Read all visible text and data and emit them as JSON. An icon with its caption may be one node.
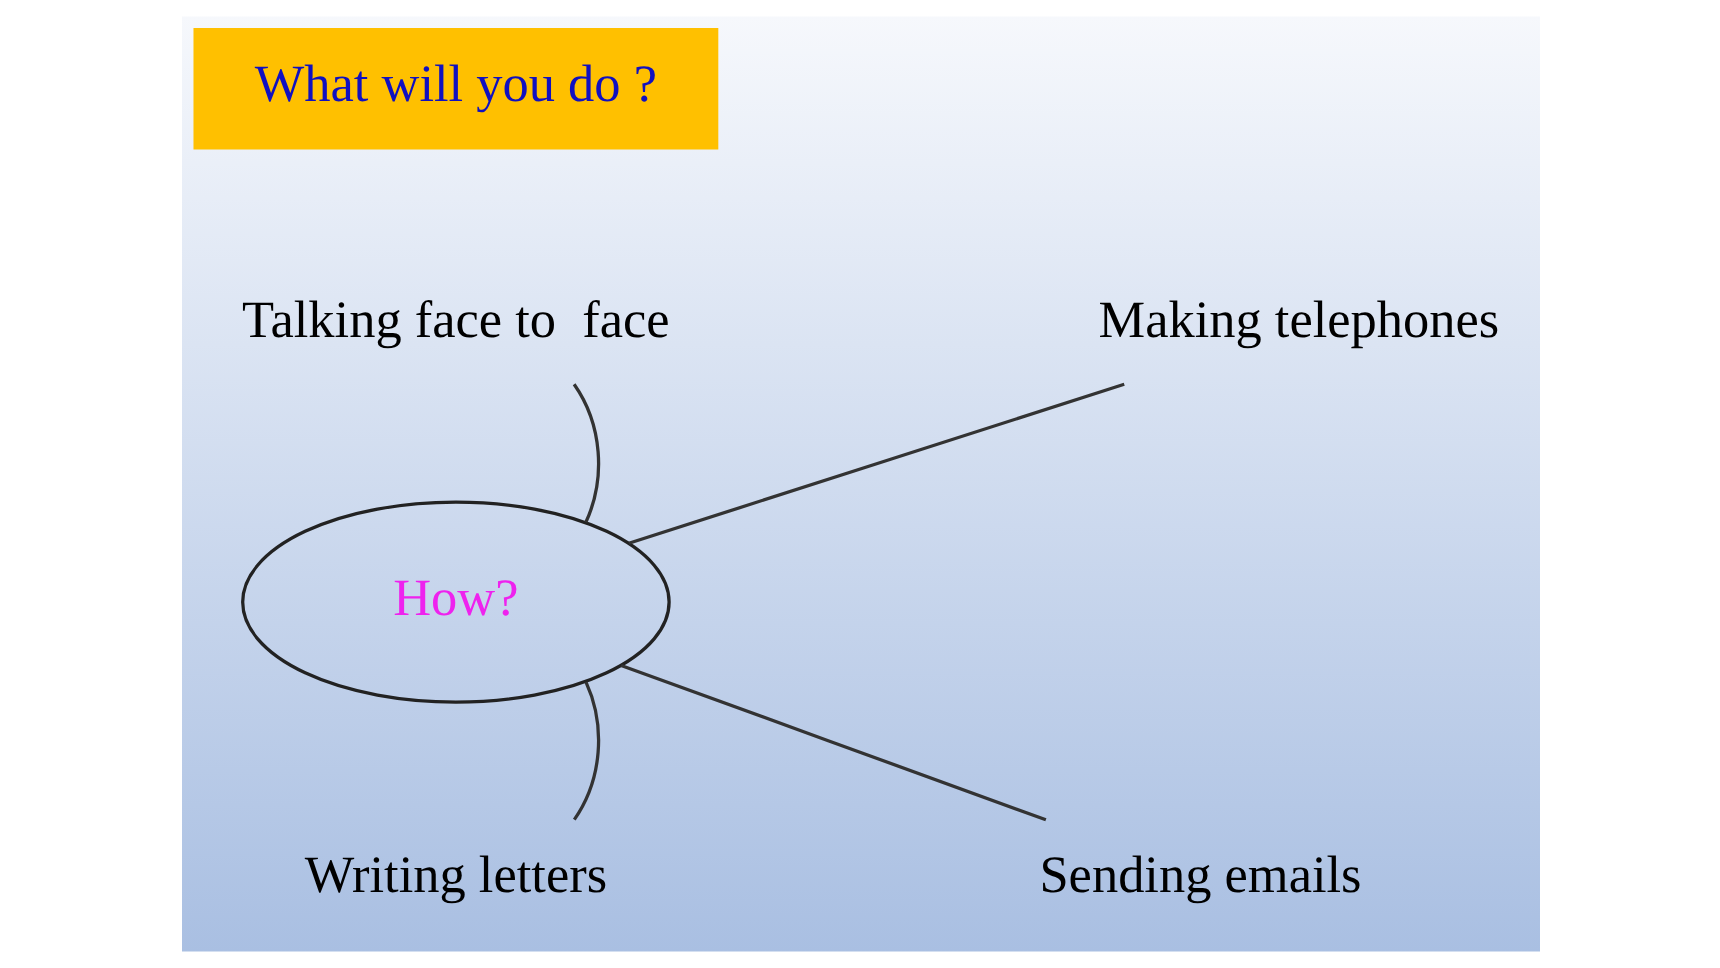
{
  "diagram": {
    "nodes": [
      {
        "text": [
          "What will you do ?"
        ]
      },
      {
        "text": [
          "How?"
        ]
      },
      {
        "text": [
          "Talking face to  face"
        ]
      },
      {
        "text": [
          "Making telephones"
        ]
      },
      {
        "text": [
          "Writing letters"
        ]
      },
      {
        "text": [
          "Sending emails"
        ]
      }
    ],
    "edges": [
      {
        "from": 1,
        "to": 2,
        "arrow": "none"
      },
      {
        "from": 1,
        "to": 3,
        "arrow": "none"
      },
      {
        "from": 1,
        "to": 4,
        "arrow": "none"
      },
      {
        "from": 1,
        "to": 5,
        "arrow": "none"
      }
    ]
  }
}
